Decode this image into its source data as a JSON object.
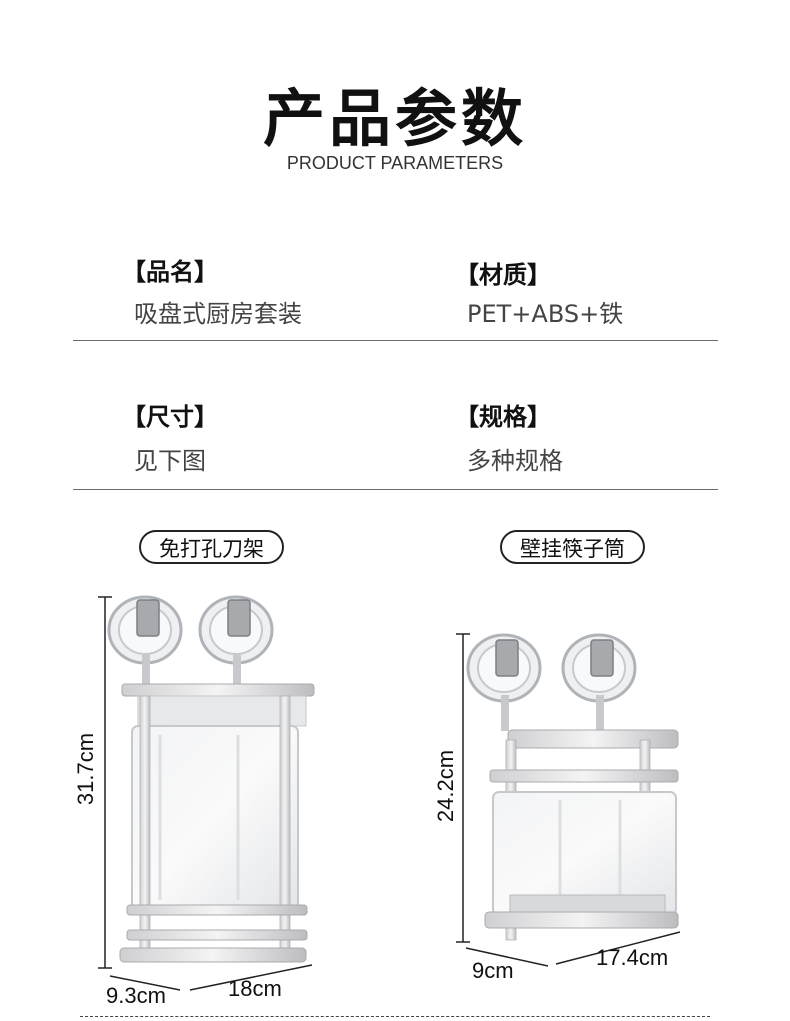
{
  "header": {
    "title": "产品参数",
    "subtitle": "PRODUCT PARAMETERS"
  },
  "params": [
    {
      "label": "【品名】",
      "value": "吸盘式厨房套装"
    },
    {
      "label": "【材质】",
      "value": "PET+ABS+铁"
    },
    {
      "label": "【尺寸】",
      "value": "见下图"
    },
    {
      "label": "【规格】",
      "value": "多种规格"
    }
  ],
  "products": [
    {
      "name": "免打孔刀架",
      "dims": {
        "height": "31.7cm",
        "depth": "9.3cm",
        "width": "18cm"
      }
    },
    {
      "name": "壁挂筷子筒",
      "dims": {
        "height": "24.2cm",
        "depth": "9cm",
        "width": "17.4cm"
      }
    }
  ]
}
